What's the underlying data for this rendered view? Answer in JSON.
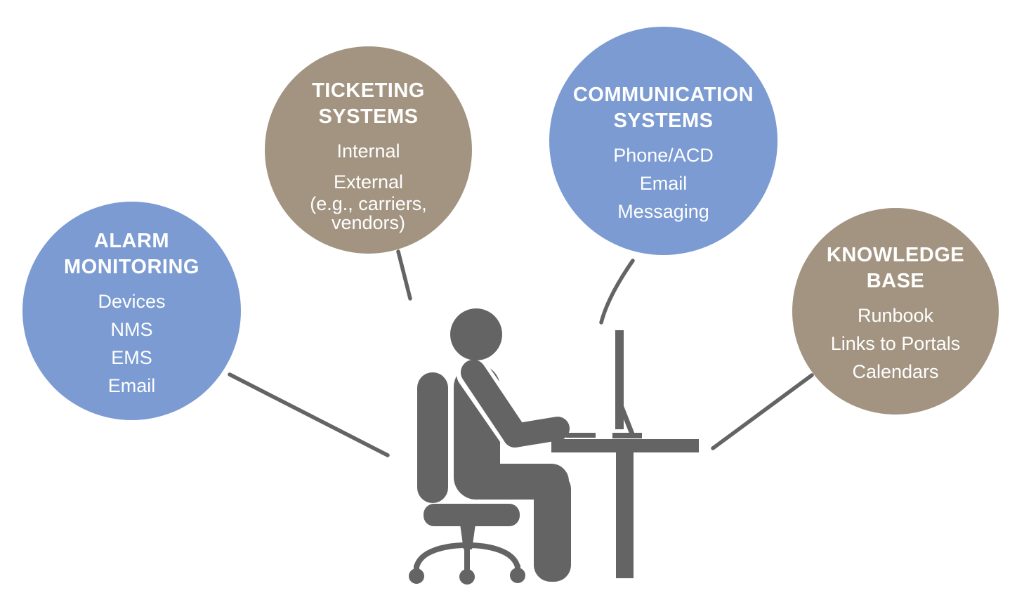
{
  "colors": {
    "bubble_blue": "#7b9bd2",
    "bubble_taupe": "#a29480",
    "figure_gray": "#646464",
    "text": "#ffffff",
    "background": "#ffffff"
  },
  "icons": {
    "center_figure": "person-at-desk-icon",
    "connector_style": "gray-line"
  },
  "bubbles": [
    {
      "name": "alarm-monitoring",
      "color": "#7b9bd2",
      "title_lines": [
        "ALARM",
        "MONITORING"
      ],
      "items": [
        "Devices",
        "NMS",
        "EMS",
        "Email"
      ]
    },
    {
      "name": "ticketing-systems",
      "color": "#a29480",
      "title_lines": [
        "TICKETING",
        "SYSTEMS"
      ],
      "items": [
        "Internal",
        "External",
        "(e.g., carriers,",
        "vendors)"
      ]
    },
    {
      "name": "communication-systems",
      "color": "#7b9bd2",
      "title_lines": [
        "COMMUNICATION",
        "SYSTEMS"
      ],
      "items": [
        "Phone/ACD",
        "Email",
        "Messaging"
      ]
    },
    {
      "name": "knowledge-base",
      "color": "#a29480",
      "title_lines": [
        "KNOWLEDGE",
        "BASE"
      ],
      "items": [
        "Runbook",
        "Links to Portals",
        "Calendars"
      ]
    }
  ]
}
